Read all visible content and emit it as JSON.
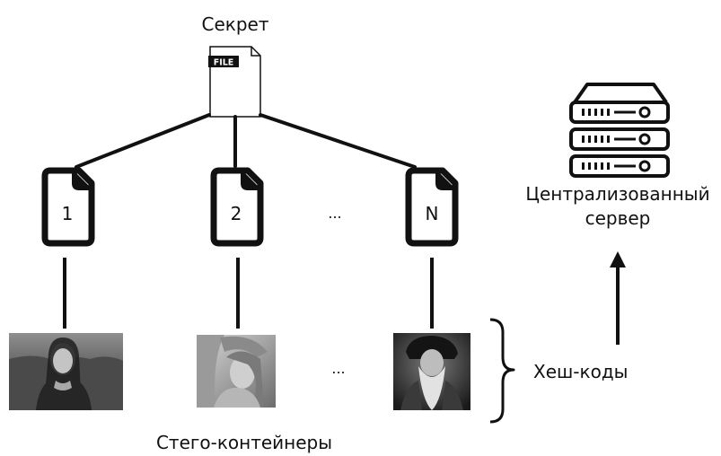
{
  "secret": {
    "label": "Секрет",
    "file_badge": "FILE",
    "icon": "file-icon"
  },
  "fragments": [
    {
      "label": "1",
      "icon": "document-icon"
    },
    {
      "label": "2",
      "icon": "document-icon"
    },
    {
      "label": "N",
      "icon": "document-icon"
    }
  ],
  "fragments_ellipsis": "...",
  "containers": {
    "caption": "Стего-контейнеры",
    "images": [
      {
        "icon": "mona-lisa-image"
      },
      {
        "icon": "lena-image"
      },
      {
        "icon": "leonardo-portrait-image"
      }
    ],
    "ellipsis": "..."
  },
  "hash_label": "Хеш-коды",
  "server": {
    "line1": "Централизованный",
    "line2": "сервер",
    "icon": "server-icon"
  }
}
